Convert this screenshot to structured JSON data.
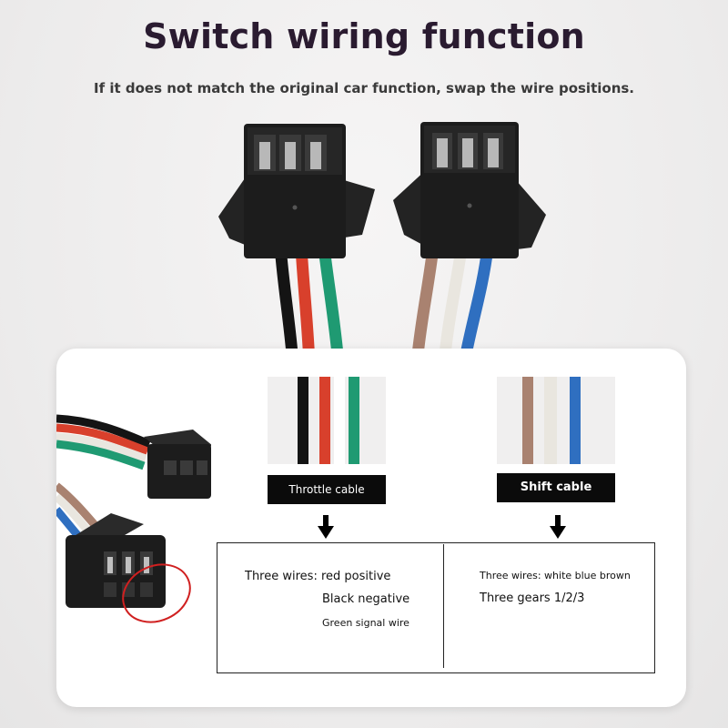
{
  "header": {
    "title": "Switch wiring function",
    "subtitle": "If it does not match the original car function, swap the wire positions."
  },
  "labels": {
    "throttle": "Throttle cable",
    "shift": "Shift cable"
  },
  "throttle_info": {
    "line1": "Three wires: red positive",
    "line2": "Black negative",
    "line3": "Green signal wire"
  },
  "shift_info": {
    "line1": "Three wires: white blue brown",
    "line2": "Three gears 1/2/3"
  },
  "colors": {
    "black_wire": "#141414",
    "red_wire": "#d8402c",
    "green_wire": "#1f9a72",
    "brown_wire": "#a98270",
    "white_wire": "#e9e6df",
    "blue_wire": "#2f6fc0",
    "connector": "#1c1c1c",
    "circle": "#d02020"
  }
}
